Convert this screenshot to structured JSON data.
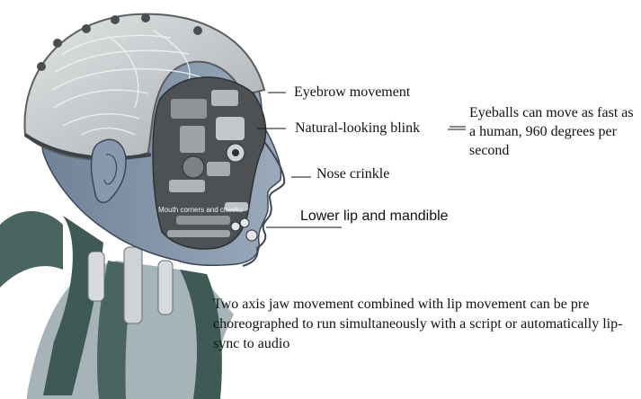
{
  "labels": {
    "eyebrow": "Eyebrow movement",
    "blink": "Natural-looking blink",
    "nose": "Nose crinkle",
    "lip": "Lower lip and mandible",
    "eyeballs": "Eyeballs can move as fast as a human, 960 degrees per second",
    "jaw": "Two axis jaw movement combined with lip movement can be pre choreographed to run simultaneously with a script or automatically lip-sync to audio",
    "mouth_corners": "Mouth corners and cheeks"
  },
  "colors": {
    "skull_shell": "#c9ccce",
    "head_blue": "#7b8da3",
    "neck_green": "#3f5a55",
    "mechanism": "#55595c"
  }
}
